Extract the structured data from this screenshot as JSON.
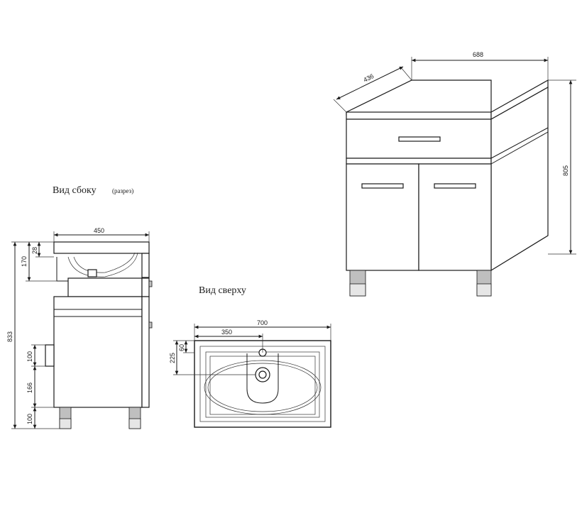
{
  "views": {
    "side_title": "Вид сбоку",
    "side_subtitle": "(разрез)",
    "top_title": "Вид сверху"
  },
  "dimensions": {
    "iso_depth": "436",
    "iso_width": "688",
    "iso_height": "805",
    "side_depth": "450",
    "side_total_height": "833",
    "side_top": "28",
    "side_basin": "170",
    "side_handle": "100",
    "side_handle_offset": "166",
    "side_legs": "100",
    "top_width": "700",
    "top_half": "350",
    "top_tap": "60",
    "top_drain": "225"
  }
}
